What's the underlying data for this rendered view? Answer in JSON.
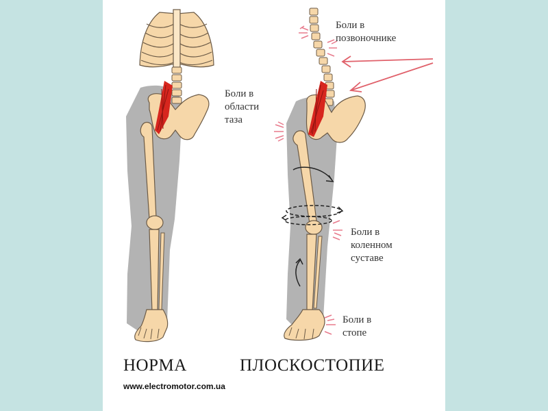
{
  "colors": {
    "background": "#c5e3e2",
    "panel": "#ffffff",
    "bone": "#f6d7a9",
    "bone_outline": "#6b5a46",
    "leg_shadow": "#b3b3b3",
    "muscle": "#d7261e",
    "pain_marks": "#e87a8c",
    "arrow": "#e0606a"
  },
  "labels": {
    "pelvis_pain": "Боли в\nобласти\nтаза",
    "spine_pain": "Боли в\nпозвоночнике",
    "knee_pain": "Боли в\nколенном\nсуставе",
    "foot_pain": "Боли в\nстопе"
  },
  "captions": {
    "normal": "НОРМА",
    "flatfoot": "ПЛОСКОСТОПИЕ"
  },
  "website": "www.electromotor.com.ua"
}
